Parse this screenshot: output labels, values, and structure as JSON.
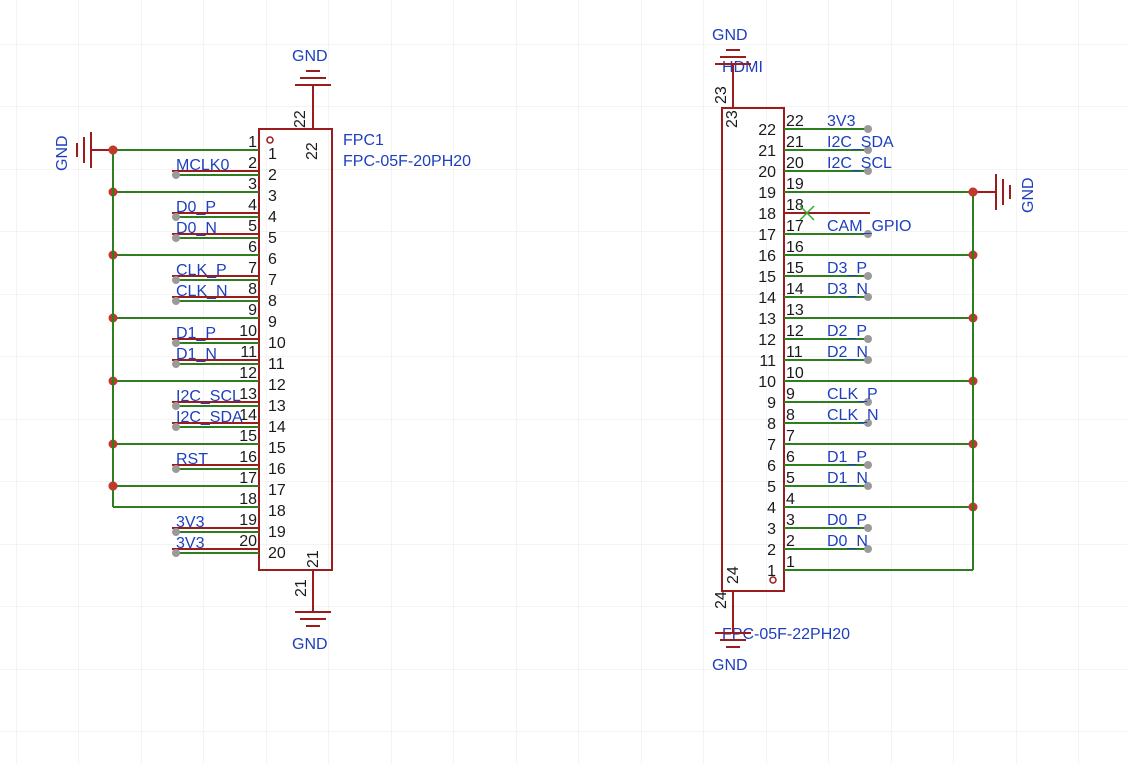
{
  "colors": {
    "background": "#ffffff",
    "grid": "#e8e8e8",
    "component": "#9b1c1c",
    "wire": "#2e7d1e",
    "junction": "#c0392b",
    "label": "#1d3fbf",
    "pin_number": "#1a1a1a",
    "no_connect": "#2fae2f",
    "label_stub": "#9a9a9a"
  },
  "gnd_label": "GND",
  "fpc1": {
    "designator": "FPC1",
    "part": "FPC-05F-20PH20",
    "pins": [
      {
        "n": "1",
        "label": ""
      },
      {
        "n": "2",
        "label": "MCLK0"
      },
      {
        "n": "3",
        "label": ""
      },
      {
        "n": "4",
        "label": "D0_P"
      },
      {
        "n": "5",
        "label": "D0_N"
      },
      {
        "n": "6",
        "label": ""
      },
      {
        "n": "7",
        "label": "CLK_P"
      },
      {
        "n": "8",
        "label": "CLK_N"
      },
      {
        "n": "9",
        "label": ""
      },
      {
        "n": "10",
        "label": "D1_P"
      },
      {
        "n": "11",
        "label": "D1_N"
      },
      {
        "n": "12",
        "label": ""
      },
      {
        "n": "13",
        "label": "I2C_SCL"
      },
      {
        "n": "14",
        "label": "I2C_SDA"
      },
      {
        "n": "15",
        "label": ""
      },
      {
        "n": "16",
        "label": "RST"
      },
      {
        "n": "17",
        "label": ""
      },
      {
        "n": "18",
        "label": ""
      },
      {
        "n": "19",
        "label": "3V3"
      },
      {
        "n": "20",
        "label": "3V3"
      }
    ],
    "top_pin": "22",
    "bottom_pin": "21"
  },
  "hdmi": {
    "designator": "HDMI",
    "part": "FPC-05F-22PH20",
    "pins": [
      {
        "n": "22",
        "label": "3V3"
      },
      {
        "n": "21",
        "label": "I2C_SDA"
      },
      {
        "n": "20",
        "label": "I2C_SCL"
      },
      {
        "n": "19",
        "label": ""
      },
      {
        "n": "18",
        "label": ""
      },
      {
        "n": "17",
        "label": "CAM_GPIO"
      },
      {
        "n": "16",
        "label": ""
      },
      {
        "n": "15",
        "label": "D3_P"
      },
      {
        "n": "14",
        "label": "D3_N"
      },
      {
        "n": "13",
        "label": ""
      },
      {
        "n": "12",
        "label": "D2_P"
      },
      {
        "n": "11",
        "label": "D2_N"
      },
      {
        "n": "10",
        "label": ""
      },
      {
        "n": "9",
        "label": "CLK_P"
      },
      {
        "n": "8",
        "label": "CLK_N"
      },
      {
        "n": "7",
        "label": ""
      },
      {
        "n": "6",
        "label": "D1_P"
      },
      {
        "n": "5",
        "label": "D1_N"
      },
      {
        "n": "4",
        "label": ""
      },
      {
        "n": "3",
        "label": "D0_P"
      },
      {
        "n": "2",
        "label": "D0_N"
      },
      {
        "n": "1",
        "label": ""
      }
    ],
    "top_pin": "23",
    "bottom_pin": "24"
  }
}
